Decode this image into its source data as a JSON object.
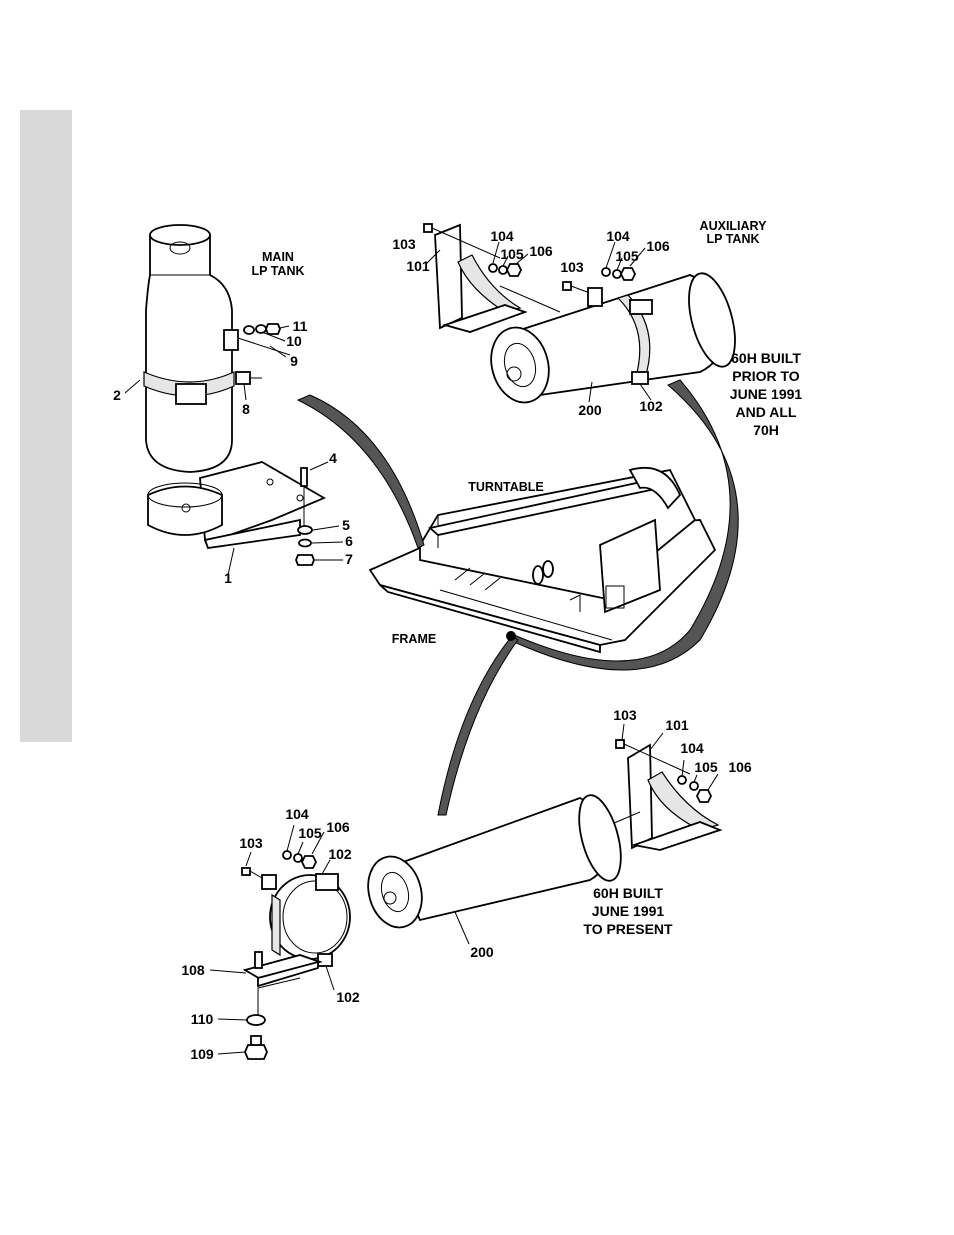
{
  "captions": {
    "main_tank": [
      "MAIN",
      "LP TANK"
    ],
    "aux_tank": [
      "AUXILIARY",
      "LP TANK"
    ],
    "turntable": "TURNTABLE",
    "frame": "FRAME",
    "version_prior": [
      "60H BUILT",
      "PRIOR TO",
      "JUNE 1991",
      "AND ALL",
      "70H"
    ],
    "version_present": [
      "60H BUILT",
      "JUNE 1991",
      "TO PRESENT"
    ]
  },
  "callouts": {
    "main": [
      "1",
      "2",
      "4",
      "5",
      "6",
      "7",
      "8",
      "9",
      "10",
      "11"
    ],
    "aux_top": [
      "103",
      "101",
      "104",
      "105",
      "106",
      "103",
      "104",
      "105",
      "106",
      "200",
      "102"
    ],
    "aux_bottom": [
      "103",
      "101",
      "104",
      "105",
      "106",
      "104",
      "105",
      "106",
      "103",
      "102",
      "200",
      "102",
      "108",
      "110",
      "109"
    ]
  }
}
